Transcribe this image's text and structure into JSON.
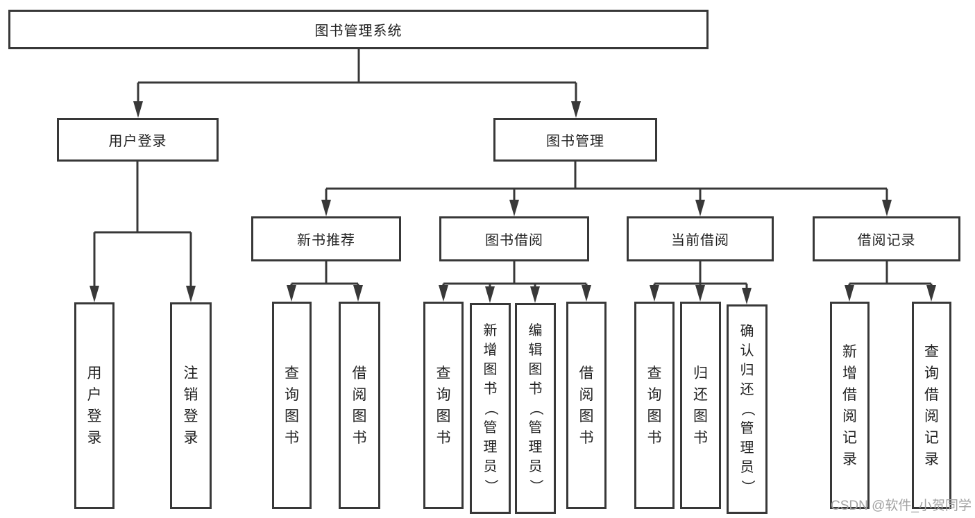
{
  "nodes": {
    "root": "图书管理系统",
    "user_login": "用户登录",
    "book_mgmt": "图书管理",
    "new_book_rec": "新书推荐",
    "book_borrow": "图书借阅",
    "current_borrow": "当前借阅",
    "borrow_record": "借阅记录",
    "leaf_user_login": "用户登录",
    "leaf_logout": "注销登录",
    "leaf_nb_query": "查询图书",
    "leaf_nb_borrow": "借阅图书",
    "leaf_bb_query": "查询图书",
    "leaf_bb_add": "新增图书（管理员）",
    "leaf_bb_edit": "编辑图书（管理员）",
    "leaf_bb_borrow": "借阅图书",
    "leaf_cb_query": "查询图书",
    "leaf_cb_return": "归还图书",
    "leaf_cb_confirm": "确认归还（管理员）",
    "leaf_br_add": "新增借阅记录",
    "leaf_br_query": "查询借阅记录"
  },
  "tree": {
    "label": "图书管理系统",
    "children": [
      {
        "label": "用户登录",
        "children": [
          {
            "label": "用户登录"
          },
          {
            "label": "注销登录"
          }
        ]
      },
      {
        "label": "图书管理",
        "children": [
          {
            "label": "新书推荐",
            "children": [
              {
                "label": "查询图书"
              },
              {
                "label": "借阅图书"
              }
            ]
          },
          {
            "label": "图书借阅",
            "children": [
              {
                "label": "查询图书"
              },
              {
                "label": "新增图书（管理员）"
              },
              {
                "label": "编辑图书（管理员）"
              },
              {
                "label": "借阅图书"
              }
            ]
          },
          {
            "label": "当前借阅",
            "children": [
              {
                "label": "查询图书"
              },
              {
                "label": "归还图书"
              },
              {
                "label": "确认归还（管理员）"
              }
            ]
          },
          {
            "label": "借阅记录",
            "children": [
              {
                "label": "新增借阅记录"
              },
              {
                "label": "查询借阅记录"
              }
            ]
          }
        ]
      }
    ]
  },
  "watermark": "CSDN @软件_小贺同学",
  "colors": {
    "line": "#383838",
    "text": "#222222",
    "background": "#ffffff",
    "watermark": "#a2a2a2"
  }
}
